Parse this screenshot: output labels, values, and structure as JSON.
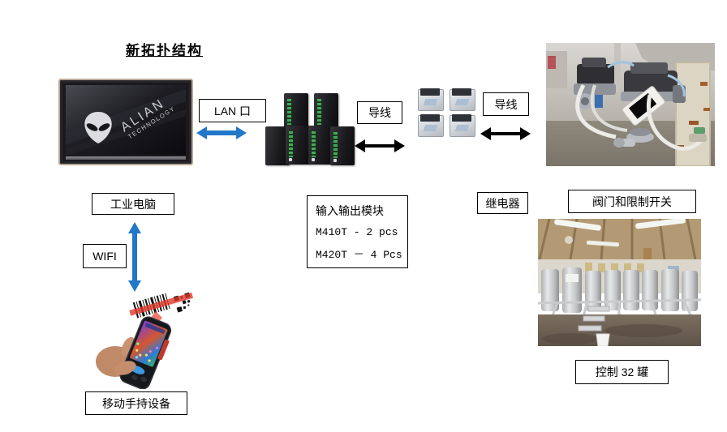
{
  "title": "新拓扑结构",
  "monitor": {
    "brand_line1": "ALIAN",
    "brand_line2": "TECHNOLOGY"
  },
  "boxes": {
    "lan_port": "LAN 口",
    "wire_left": "导线",
    "wire_right": "导线",
    "industrial_pc": "工业电脑",
    "relay": "继电器",
    "valve_limit_switch": "阀门和限制开关",
    "wifi": "WIFI",
    "mobile_handheld": "移动手持设备",
    "control_tanks": "控制 32 罐"
  },
  "io_module_box": {
    "title": "输入输出模块",
    "line1": "M410T - 2 pcs",
    "line2": "M420T － 4 Pcs"
  },
  "icons": {
    "arrow_pc_lan": "double-headed-arrow",
    "arrow_modules_relays": "double-headed-arrow",
    "arrow_relays_valves": "double-headed-arrow",
    "arrow_pc_wifi_handheld": "double-headed-arrow"
  },
  "colors": {
    "arrow_blue": "#2277C9",
    "arrow_black": "#000000",
    "box_border": "#000000",
    "module_led_green": "#3FAE52"
  }
}
